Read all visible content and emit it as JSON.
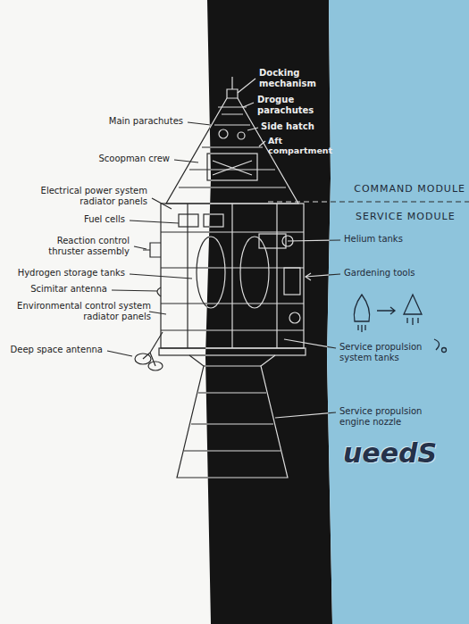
{
  "diagram": {
    "labels": [
      "Main parachutes",
      "Scoopman crew",
      "Electrical power system radiator panels",
      "Fuel cells",
      "Reaction control thruster assembly",
      "Hydrogen storage tanks",
      "Scimitar antenna",
      "Environmental control system radiator panels",
      "Deep space antenna",
      "Docking mechanism",
      "Drogue parachutes",
      "Side hatch",
      "Aft compartment",
      "COMMAND MODULE",
      "SERVICE MODULE",
      "Helium tanks",
      "Gardening tools",
      "Service propulsion system tanks",
      "Service propulsion engine nozzle",
      "ueedS"
    ]
  }
}
